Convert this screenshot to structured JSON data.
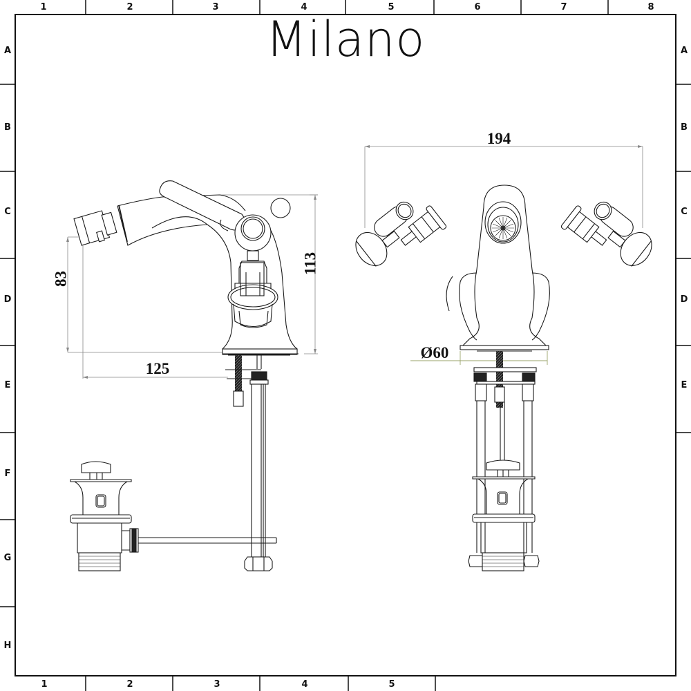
{
  "title": "Milano",
  "frame": {
    "column_labels_top": [
      "1",
      "2",
      "3",
      "4",
      "5",
      "6",
      "7",
      "8"
    ],
    "column_labels_bottom": [
      "1",
      "2",
      "3",
      "4",
      "5"
    ],
    "row_labels_left": [
      "A",
      "B",
      "C",
      "D",
      "E",
      "F",
      "G",
      "H"
    ],
    "row_labels_right": [
      "A",
      "B",
      "C",
      "D",
      "E"
    ]
  },
  "views": {
    "side_view": {
      "label": "side-view",
      "dimensions": {
        "spout_height": "83",
        "overall_height": "113",
        "spout_reach": "125"
      }
    },
    "front_view": {
      "label": "front-view",
      "dimensions": {
        "overall_width": "194",
        "base_diameter": "Ø60"
      }
    }
  },
  "colors": {
    "line": "#1a1a1a",
    "dimension_line": "#777777",
    "dimension_accent": "#9aa36a",
    "background": "#ffffff"
  }
}
